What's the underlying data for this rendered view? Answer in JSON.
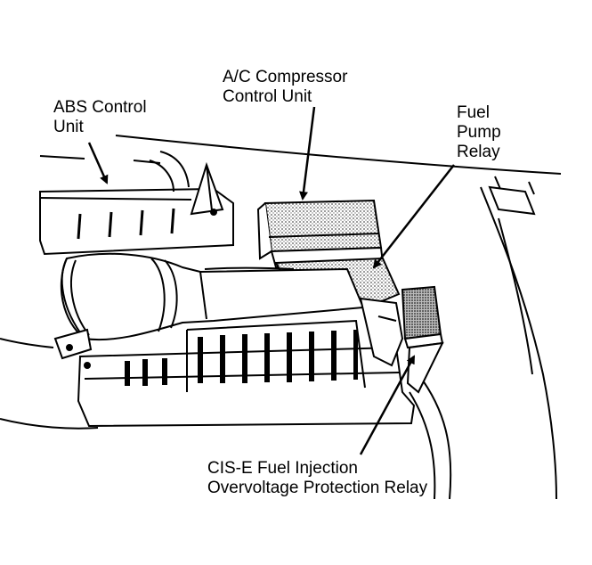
{
  "labels": {
    "ac_compressor": {
      "line1": "A/C Compressor",
      "line2": "Control Unit"
    },
    "abs_control": {
      "line1": "ABS Control",
      "line2": "Unit"
    },
    "fuel_pump_relay": {
      "line1": "Fuel",
      "line2": "Pump",
      "line3": "Relay"
    },
    "cis_e_relay": {
      "line1": "CIS-E Fuel Injection",
      "line2": "Overvoltage Protection Relay"
    }
  },
  "colors": {
    "ink": "#000000",
    "paper": "#ffffff",
    "shading": "#8a8a8a"
  }
}
